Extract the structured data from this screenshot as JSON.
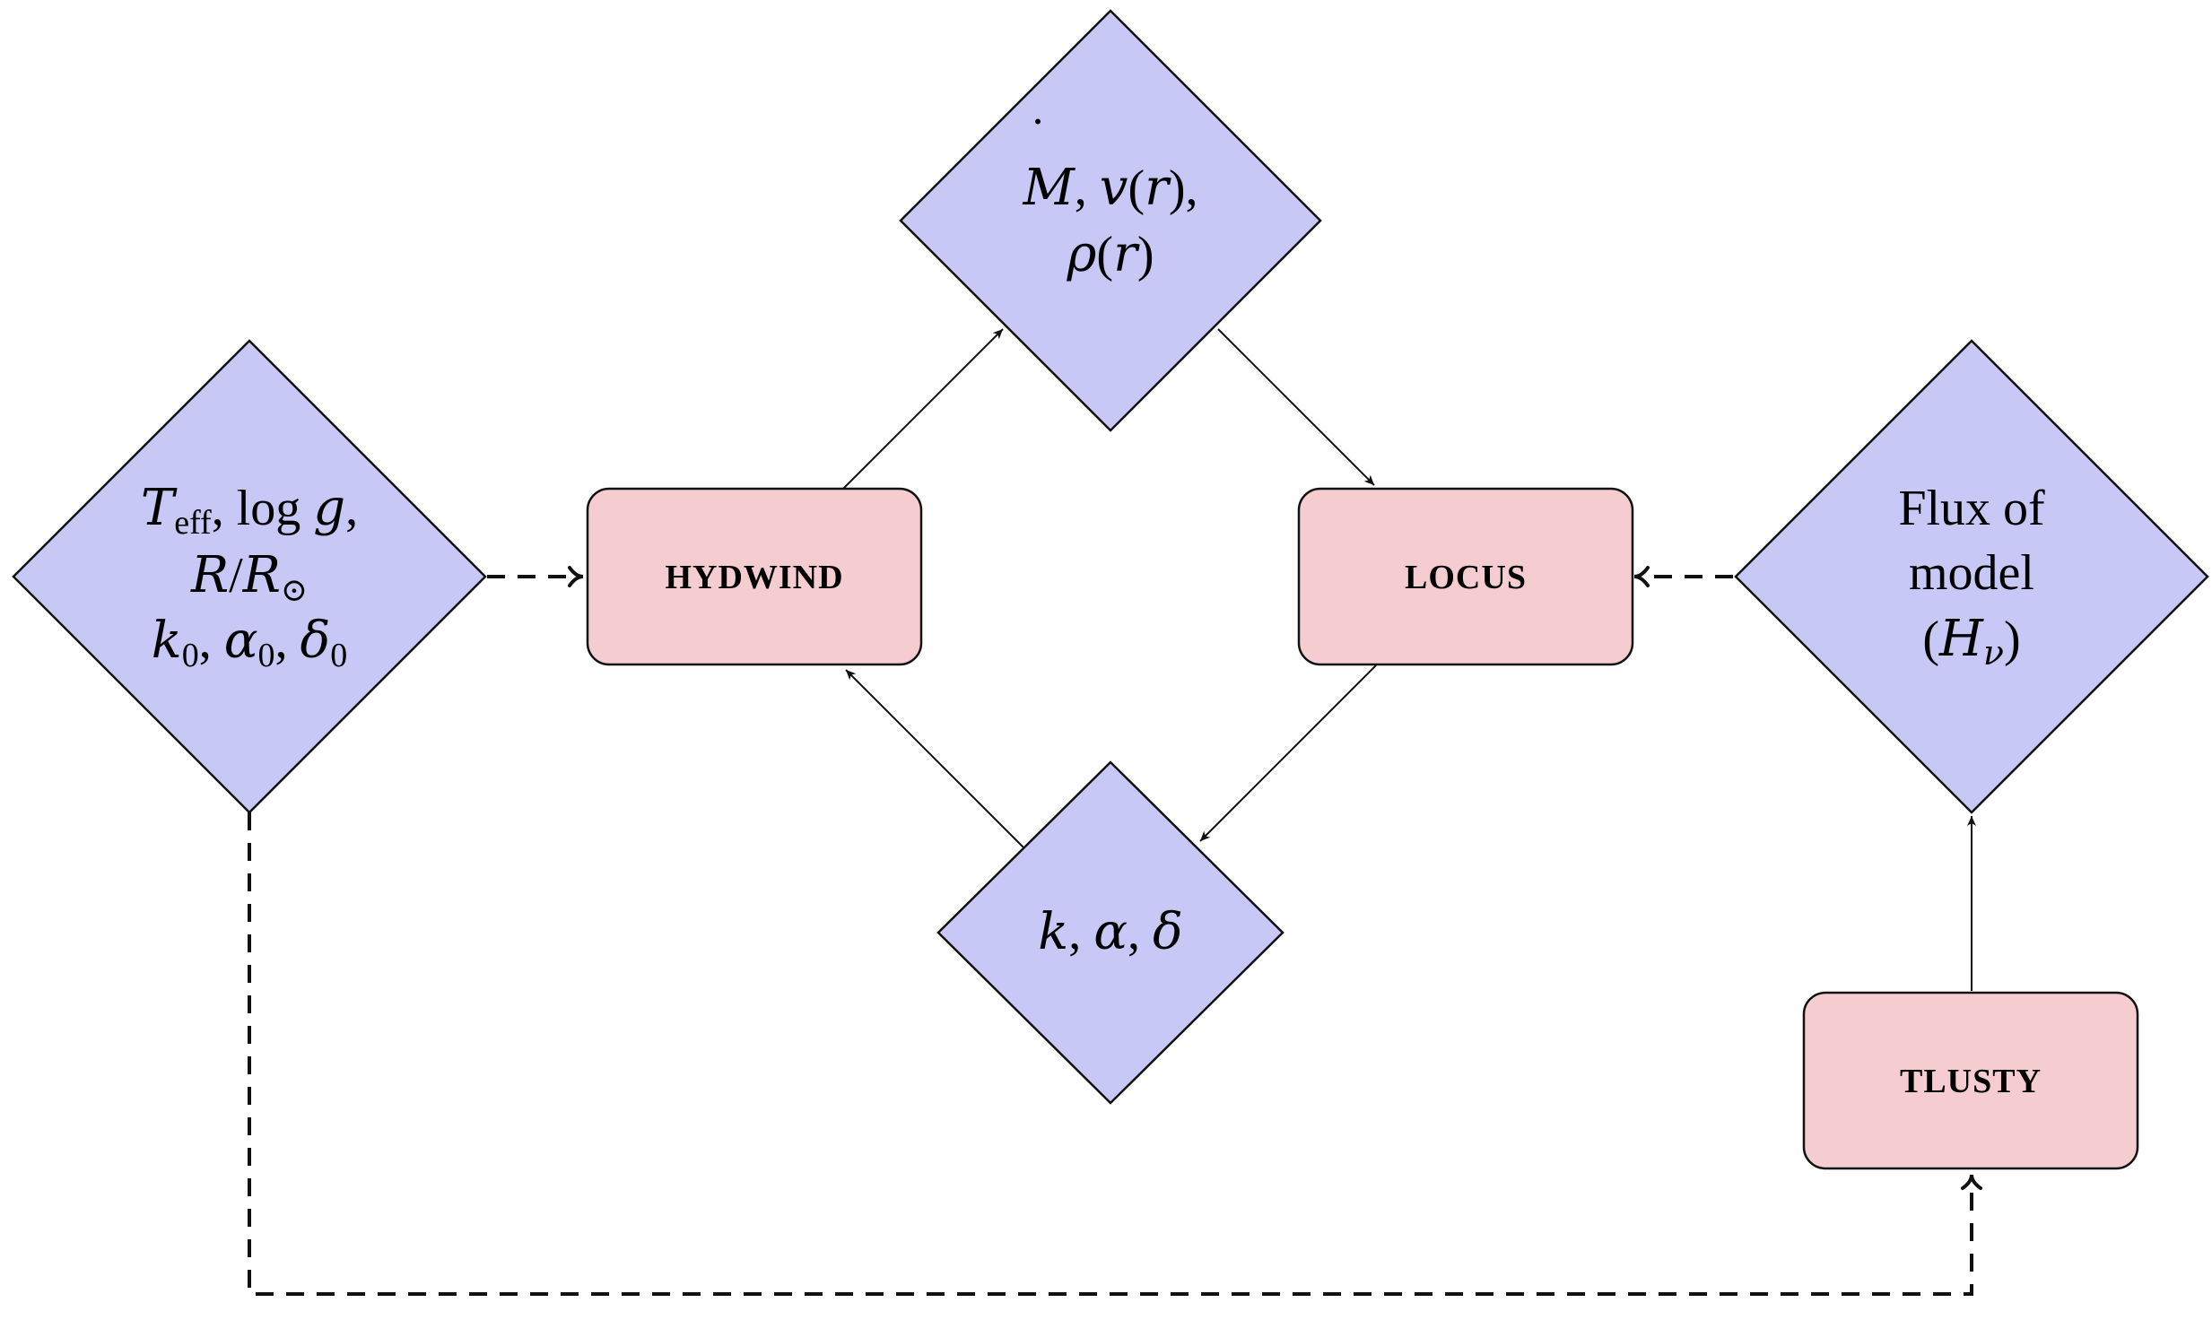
{
  "diagram": {
    "nodes": {
      "params": {
        "line1": {
          "t": "T",
          "eff": "eff",
          "rest": ", log ",
          "g": "g",
          "comma": ","
        },
        "line2": {
          "r": "R",
          "slash": "/",
          "rsun": "R",
          "sun": "⊙"
        },
        "line3": {
          "k": "k",
          "k0": "0",
          "s1": ", ",
          "a": "α",
          "a0": "0",
          "s2": ", ",
          "d": "δ",
          "d0": "0"
        }
      },
      "wind_output": {
        "line1": {
          "mdot": "M",
          "dot": "˙",
          "s1": ", ",
          "v": "v",
          "lp": "(",
          "r": "r",
          "rp": "),",
          "tail": ""
        },
        "line2": {
          "rho": "ρ",
          "lp": "(",
          "r": "r",
          "rp": ")"
        }
      },
      "force_params": {
        "line1": {
          "k": "k",
          "s1": ", ",
          "a": "α",
          "s2": ", ",
          "d": "δ"
        }
      },
      "flux": {
        "line1": "Flux of",
        "line2": "model",
        "line3": {
          "lp": "(",
          "h": "H",
          "nu": "ν",
          "rp": ")"
        }
      },
      "hydwind": {
        "label": "HYDWIND"
      },
      "locus": {
        "label": "LOCUS"
      },
      "tlusty": {
        "label": "TLUSTY"
      }
    },
    "colors": {
      "diamond_fill": "#c8c8f6",
      "box_fill": "#f5cdd0",
      "stroke": "#111111"
    },
    "edges": [
      {
        "from": "params",
        "to": "hydwind",
        "style": "dashed"
      },
      {
        "from": "hydwind",
        "to": "wind_output",
        "style": "solid"
      },
      {
        "from": "wind_output",
        "to": "locus",
        "style": "solid"
      },
      {
        "from": "locus",
        "to": "force_params",
        "style": "solid"
      },
      {
        "from": "force_params",
        "to": "hydwind",
        "style": "solid"
      },
      {
        "from": "flux",
        "to": "locus",
        "style": "dashed"
      },
      {
        "from": "tlusty",
        "to": "flux",
        "style": "solid"
      },
      {
        "from": "params",
        "to": "tlusty",
        "style": "dashed"
      }
    ]
  }
}
